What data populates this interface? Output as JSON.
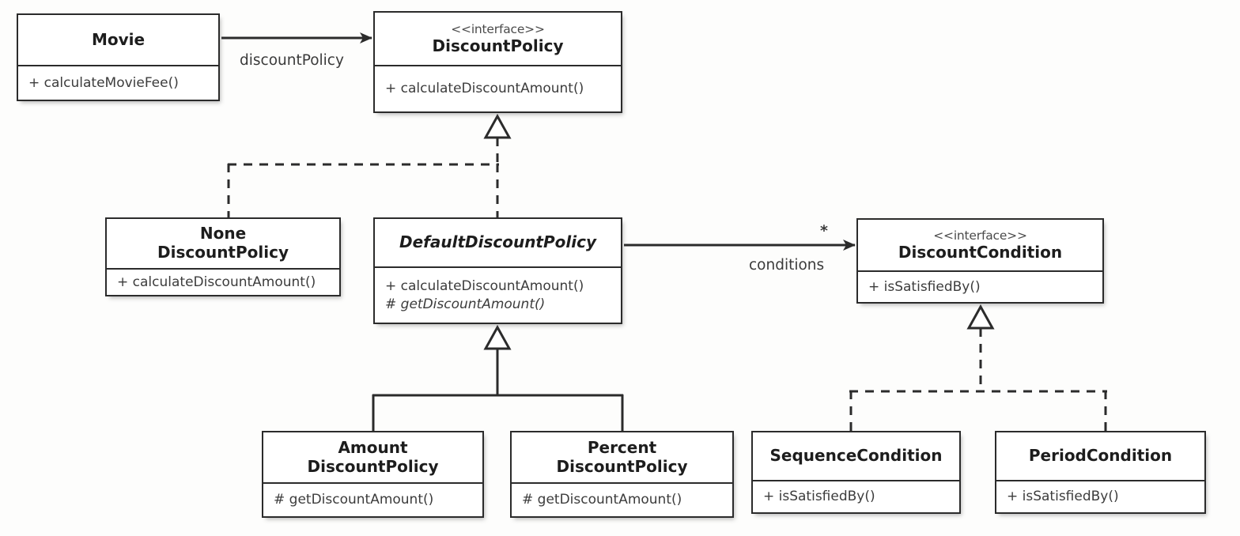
{
  "diagram": {
    "type": "uml-class-diagram",
    "title": "Movie Discount Policy class diagram",
    "background_color": "#fdfdfc",
    "line_color": "#2b2b2b",
    "text_color": "#1d1d1d"
  },
  "classes": [
    {
      "id": "movie",
      "stereotype": "",
      "name": "Movie",
      "abstract": false,
      "members": [
        "+ calculateMovieFee()"
      ],
      "member_abstract": [
        false
      ]
    },
    {
      "id": "discount-policy",
      "stereotype": "<<interface>>",
      "name": "DiscountPolicy",
      "abstract": false,
      "members": [
        "+ calculateDiscountAmount()"
      ],
      "member_abstract": [
        false
      ]
    },
    {
      "id": "none-discount-policy",
      "stereotype": "",
      "name": "None\nDiscountPolicy",
      "name_line1": "None",
      "name_line2": "DiscountPolicy",
      "abstract": false,
      "members": [
        "+ calculateDiscountAmount()"
      ],
      "member_abstract": [
        false
      ]
    },
    {
      "id": "default-discount-policy",
      "stereotype": "",
      "name": "DefaultDiscountPolicy",
      "abstract": true,
      "members": [
        "+ calculateDiscountAmount()",
        "# getDiscountAmount()"
      ],
      "member_abstract": [
        false,
        true
      ]
    },
    {
      "id": "discount-condition",
      "stereotype": "<<interface>>",
      "name": "DiscountCondition",
      "abstract": false,
      "members": [
        "+ isSatisfiedBy()"
      ],
      "member_abstract": [
        false
      ]
    },
    {
      "id": "amount-discount-policy",
      "stereotype": "",
      "name": "Amount\nDiscountPolicy",
      "name_line1": "Amount",
      "name_line2": "DiscountPolicy",
      "abstract": false,
      "members": [
        "# getDiscountAmount()"
      ],
      "member_abstract": [
        false
      ]
    },
    {
      "id": "percent-discount-policy",
      "stereotype": "",
      "name": "Percent\nDiscountPolicy",
      "name_line1": "Percent",
      "name_line2": "DiscountPolicy",
      "abstract": false,
      "members": [
        "# getDiscountAmount()"
      ],
      "member_abstract": [
        false
      ]
    },
    {
      "id": "sequence-condition",
      "stereotype": "",
      "name": "SequenceCondition",
      "abstract": false,
      "members": [
        "+ isSatisfiedBy()"
      ],
      "member_abstract": [
        false
      ]
    },
    {
      "id": "period-condition",
      "stereotype": "",
      "name": "PeriodCondition",
      "abstract": false,
      "members": [
        "+ isSatisfiedBy()"
      ],
      "member_abstract": [
        false
      ]
    }
  ],
  "relationships": [
    {
      "id": "movie-to-discount-policy",
      "kind": "association",
      "from": "movie",
      "to": "discount-policy",
      "label": "discountPolicy",
      "multiplicity": ""
    },
    {
      "id": "default-to-discount-condition",
      "kind": "association",
      "from": "default-discount-policy",
      "to": "discount-condition",
      "label": "conditions",
      "multiplicity": "*"
    },
    {
      "id": "none-realizes-discount-policy",
      "kind": "realization",
      "from": "none-discount-policy",
      "to": "discount-policy",
      "label": "",
      "multiplicity": ""
    },
    {
      "id": "default-realizes-discount-policy",
      "kind": "realization",
      "from": "default-discount-policy",
      "to": "discount-policy",
      "label": "",
      "multiplicity": ""
    },
    {
      "id": "amount-extends-default",
      "kind": "generalization",
      "from": "amount-discount-policy",
      "to": "default-discount-policy",
      "label": "",
      "multiplicity": ""
    },
    {
      "id": "percent-extends-default",
      "kind": "generalization",
      "from": "percent-discount-policy",
      "to": "default-discount-policy",
      "label": "",
      "multiplicity": ""
    },
    {
      "id": "sequence-realizes-condition",
      "kind": "realization",
      "from": "sequence-condition",
      "to": "discount-condition",
      "label": "",
      "multiplicity": ""
    },
    {
      "id": "period-realizes-condition",
      "kind": "realization",
      "from": "period-condition",
      "to": "discount-condition",
      "label": "",
      "multiplicity": ""
    }
  ],
  "labels": {
    "discount_policy_role": "discountPolicy",
    "conditions_role": "conditions",
    "conditions_multiplicity": "*"
  }
}
